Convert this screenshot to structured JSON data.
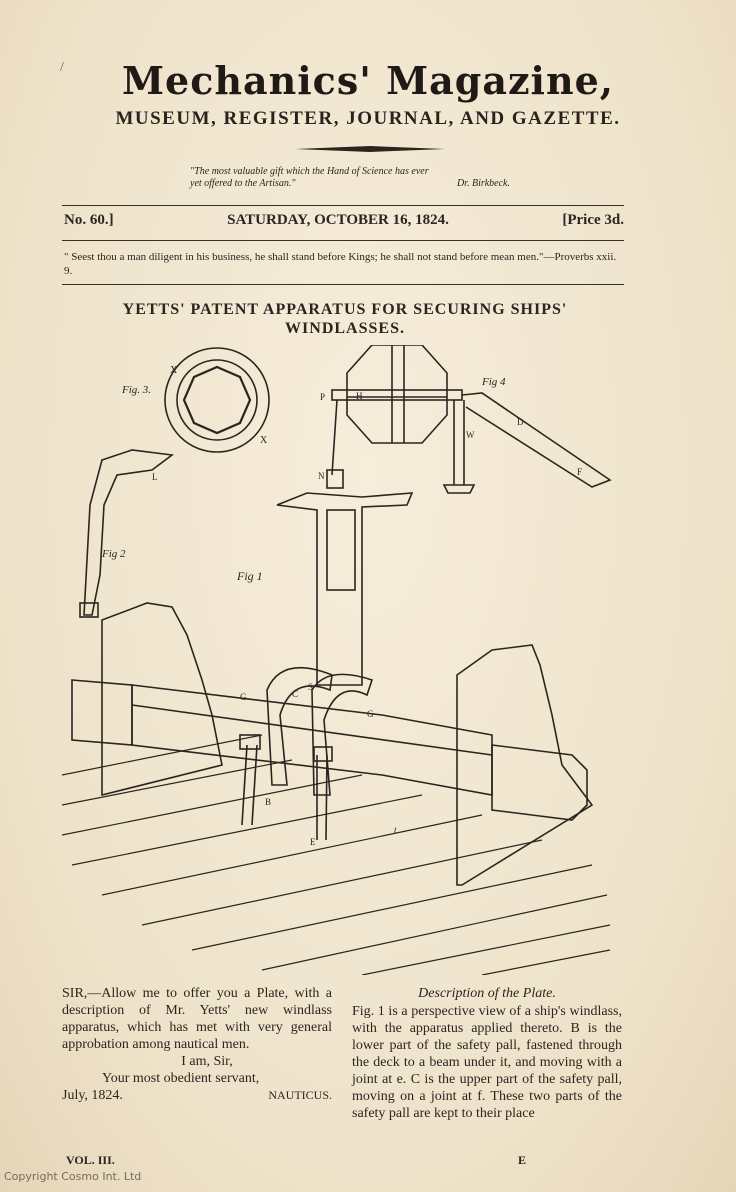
{
  "masthead": {
    "title": "Mechanics' Magazine,",
    "subtitle": "MUSEUM, REGISTER, JOURNAL, AND GAZETTE."
  },
  "motto": {
    "line1": "\"The most valuable gift which the Hand of Science has ever",
    "line2": "yet offered to the Artisan.\"",
    "author": "Dr. Birkbeck."
  },
  "issue": {
    "number": "No. 60.]",
    "date": "SATURDAY, OCTOBER 16, 1824.",
    "price": "[Price 3d."
  },
  "epigraph": "\" Seest thou a man diligent in his business, he shall stand before Kings; he shall not stand before mean men.\"—Proverbs xxii. 9.",
  "article": {
    "title_line1": "YETTS' PATENT APPARATUS FOR SECURING SHIPS'",
    "title_line2": "WINDLASSES."
  },
  "figure_labels": {
    "fig3": "Fig. 3.",
    "fig4": "Fig 4",
    "fig2": "Fig 2",
    "fig1": "Fig 1",
    "x1": "X",
    "x2": "X",
    "g": "G",
    "p": "P",
    "h": "H",
    "d": "D",
    "w": "W",
    "n": "N",
    "b": "B",
    "e": "E",
    "f": "F",
    "l": "L",
    "g1": "G",
    "g2": "G",
    "s": "S",
    "c": "C",
    "t": "t"
  },
  "letter": {
    "body": "SIR,—Allow me to offer you a Plate, with a description of Mr. Yetts' new windlass apparatus, which has met with very general approbation among nautical men.",
    "salutation": "I am, Sir,",
    "closing": "Your most obedient servant,",
    "date": "July, 1824.",
    "signature": "NAUTICUS."
  },
  "description": {
    "heading": "Description of the Plate.",
    "body": "Fig. 1 is a perspective view of a ship's windlass, with the apparatus applied thereto. B is the lower part of the safety pall, fastened through the deck to a beam under it, and moving with a joint at e. C is the upper part of the safety pall, moving on a joint at f. These two parts of the safety pall are kept to their place"
  },
  "footer": {
    "volume": "VOL. III.",
    "signature_mark": "E"
  },
  "watermark": "Copyright Cosmo Int. Ltd",
  "colors": {
    "paper": "#f0e6d2",
    "ink": "#2b2520"
  }
}
